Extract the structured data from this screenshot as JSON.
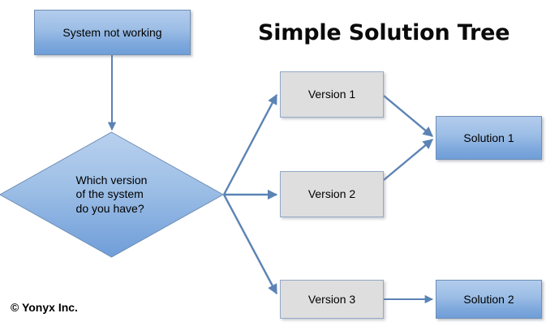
{
  "title": "Simple Solution Tree",
  "copyright": "© Yonyx Inc.",
  "colors": {
    "blue_fill_top": "#b3cced",
    "blue_fill_bottom": "#6f9ed8",
    "blue_border": "#6f8fb5",
    "grey_fill": "#dedede",
    "grey_border": "#93a9c6",
    "arrow": "#5b83b4",
    "text": "#000000",
    "background": "#ffffff"
  },
  "nodes": {
    "start": {
      "label": "System not working",
      "shape": "rectangle",
      "style": "blue"
    },
    "decision": {
      "label": "Which version\nof the system\ndo you have?",
      "shape": "diamond",
      "style": "blue"
    },
    "version1": {
      "label": "Version 1",
      "shape": "rectangle",
      "style": "grey"
    },
    "version2": {
      "label": "Version 2",
      "shape": "rectangle",
      "style": "grey"
    },
    "version3": {
      "label": "Version 3",
      "shape": "rectangle",
      "style": "grey"
    },
    "solution1": {
      "label": "Solution 1",
      "shape": "rectangle",
      "style": "blue"
    },
    "solution2": {
      "label": "Solution 2",
      "shape": "rectangle",
      "style": "blue"
    }
  },
  "edges": [
    {
      "from": "start",
      "to": "decision"
    },
    {
      "from": "decision",
      "to": "version1"
    },
    {
      "from": "decision",
      "to": "version2"
    },
    {
      "from": "decision",
      "to": "version3"
    },
    {
      "from": "version1",
      "to": "solution1"
    },
    {
      "from": "version2",
      "to": "solution1"
    },
    {
      "from": "version3",
      "to": "solution2"
    }
  ]
}
